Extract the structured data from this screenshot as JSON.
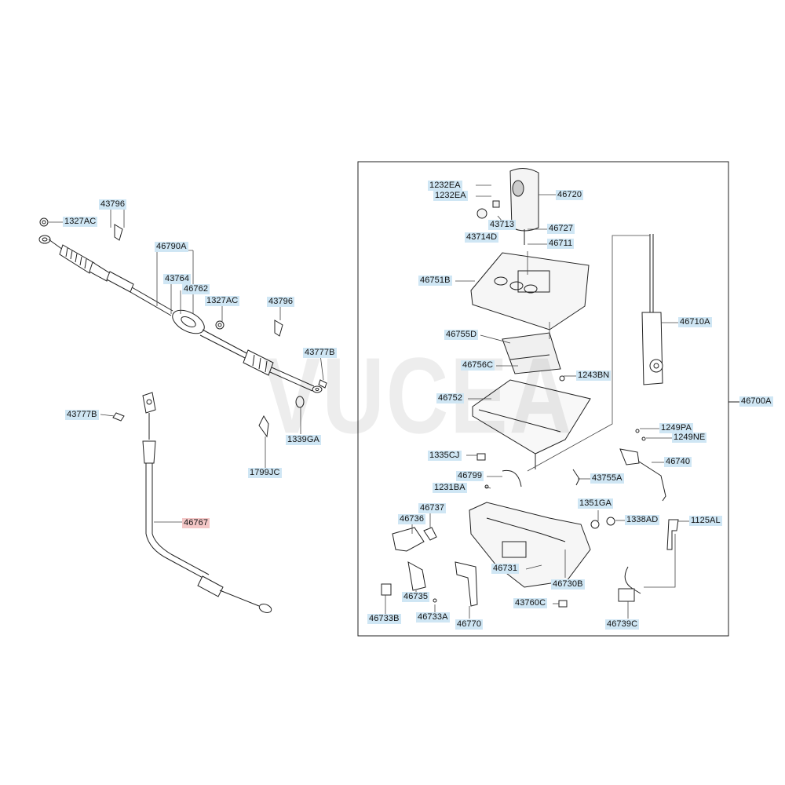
{
  "watermark": "VUCEA",
  "labels": {
    "l43796a": "43796",
    "l1327aca": "1327AC",
    "l46790a": "46790A",
    "l43764": "43764",
    "l46762": "46762",
    "l1327acb": "1327AC",
    "l43796b": "43796",
    "l43777ba": "43777B",
    "l43777bb": "43777B",
    "l1339ga": "1339GA",
    "l1799jc": "1799JC",
    "l46767": "46767",
    "l1232eaa": "1232EA",
    "l1232eab": "1232EA",
    "l46720": "46720",
    "l43713": "43713",
    "l43714d": "43714D",
    "l46727": "46727",
    "l46711": "46711",
    "l46751b": "46751B",
    "l46710a": "46710A",
    "l46755d": "46755D",
    "l46756c": "46756C",
    "l1243bn": "1243BN",
    "l46752": "46752",
    "l46700a": "46700A",
    "l1249pa": "1249PA",
    "l1249ne": "1249NE",
    "l1335cj": "1335CJ",
    "l46799": "46799",
    "l43755a": "43755A",
    "l46740": "46740",
    "l1231ba": "1231BA",
    "l1351ga": "1351GA",
    "l46737": "46737",
    "l46736": "46736",
    "l1338ad": "1338AD",
    "l1125al": "1125AL",
    "l46731": "46731",
    "l46730b": "46730B",
    "l46735": "46735",
    "l43760c": "43760C",
    "l46733b": "46733B",
    "l46733a": "46733A",
    "l46770": "46770",
    "l46739c": "46739C"
  }
}
